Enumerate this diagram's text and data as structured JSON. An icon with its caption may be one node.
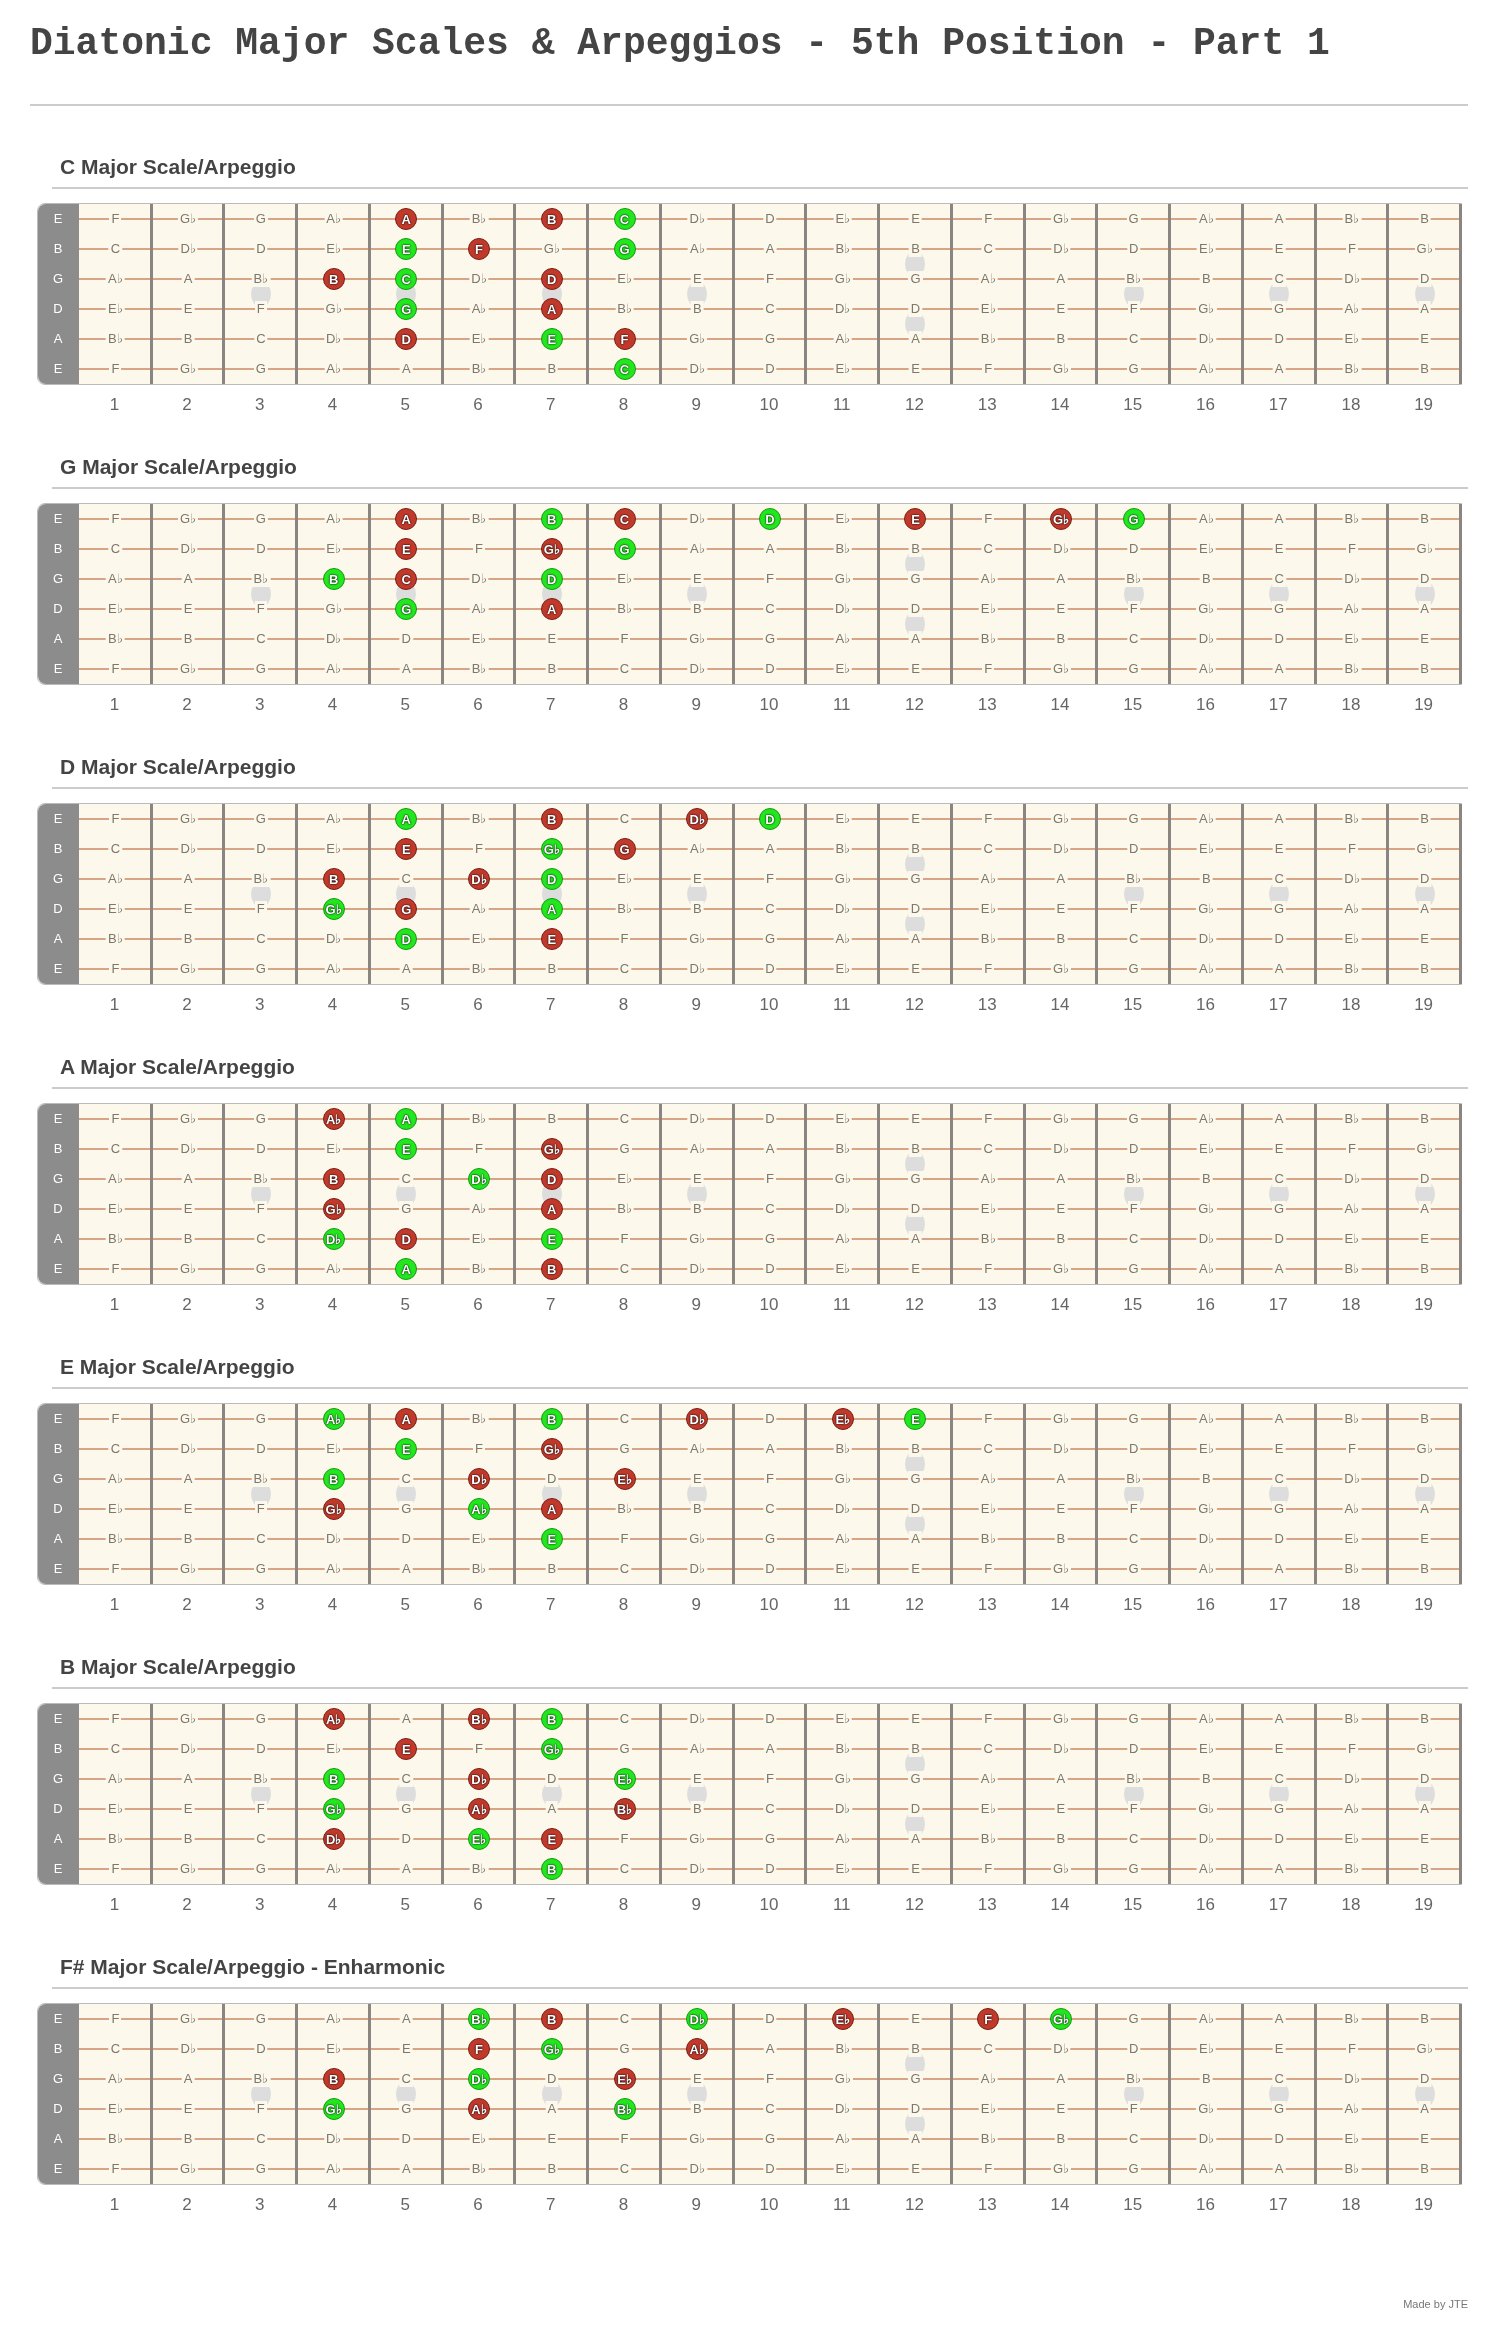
{
  "diagram": {
    "title": "Diatonic Major Scales & Arpeggios - 5th Position - Part 1",
    "nodes": [
      {
        "text": [
          "C Major Scale/Arpeggio"
        ]
      },
      {
        "text": [
          "A"
        ],
        "in": 0
      },
      {
        "text": [
          "B"
        ],
        "in": 0
      },
      {
        "text": [
          "C"
        ],
        "in": 0
      },
      {
        "text": [
          "E"
        ],
        "in": 0
      },
      {
        "text": [
          "F"
        ],
        "in": 0
      },
      {
        "text": [
          "G"
        ],
        "in": 0
      },
      {
        "text": [
          "B"
        ],
        "in": 0
      },
      {
        "text": [
          "C"
        ],
        "in": 0
      },
      {
        "text": [
          "D"
        ],
        "in": 0
      },
      {
        "text": [
          "G"
        ],
        "in": 0
      },
      {
        "text": [
          "A"
        ],
        "in": 0
      },
      {
        "text": [
          "D"
        ],
        "in": 0
      },
      {
        "text": [
          "E"
        ],
        "in": 0
      },
      {
        "text": [
          "F"
        ],
        "in": 0
      },
      {
        "text": [
          "C"
        ],
        "in": 0
      },
      {
        "text": [
          "G Major Scale/Arpeggio"
        ]
      },
      {
        "text": [
          "A"
        ],
        "in": 16
      },
      {
        "text": [
          "B"
        ],
        "in": 16
      },
      {
        "text": [
          "C"
        ],
        "in": 16
      },
      {
        "text": [
          "D"
        ],
        "in": 16
      },
      {
        "text": [
          "E"
        ],
        "in": 16
      },
      {
        "text": [
          "G♭"
        ],
        "in": 16
      },
      {
        "text": [
          "G"
        ],
        "in": 16
      },
      {
        "text": [
          "E"
        ],
        "in": 16
      },
      {
        "text": [
          "G♭"
        ],
        "in": 16
      },
      {
        "text": [
          "G"
        ],
        "in": 16
      },
      {
        "text": [
          "B"
        ],
        "in": 16
      },
      {
        "text": [
          "C"
        ],
        "in": 16
      },
      {
        "text": [
          "D"
        ],
        "in": 16
      },
      {
        "text": [
          "G"
        ],
        "in": 16
      },
      {
        "text": [
          "A"
        ],
        "in": 16
      },
      {
        "text": [
          "D Major Scale/Arpeggio"
        ]
      },
      {
        "text": [
          "A"
        ],
        "in": 32
      },
      {
        "text": [
          "B"
        ],
        "in": 32
      },
      {
        "text": [
          "D♭"
        ],
        "in": 32
      },
      {
        "text": [
          "D"
        ],
        "in": 32
      },
      {
        "text": [
          "E"
        ],
        "in": 32
      },
      {
        "text": [
          "G♭"
        ],
        "in": 32
      },
      {
        "text": [
          "G"
        ],
        "in": 32
      },
      {
        "text": [
          "B"
        ],
        "in": 32
      },
      {
        "text": [
          "D♭"
        ],
        "in": 32
      },
      {
        "text": [
          "D"
        ],
        "in": 32
      },
      {
        "text": [
          "G♭"
        ],
        "in": 32
      },
      {
        "text": [
          "G"
        ],
        "in": 32
      },
      {
        "text": [
          "A"
        ],
        "in": 32
      },
      {
        "text": [
          "D"
        ],
        "in": 32
      },
      {
        "text": [
          "E"
        ],
        "in": 32
      },
      {
        "text": [
          "A Major Scale/Arpeggio"
        ]
      },
      {
        "text": [
          "A♭"
        ],
        "in": 48
      },
      {
        "text": [
          "A"
        ],
        "in": 48
      },
      {
        "text": [
          "E"
        ],
        "in": 48
      },
      {
        "text": [
          "G♭"
        ],
        "in": 48
      },
      {
        "text": [
          "B"
        ],
        "in": 48
      },
      {
        "text": [
          "D♭"
        ],
        "in": 48
      },
      {
        "text": [
          "D"
        ],
        "in": 48
      },
      {
        "text": [
          "G♭"
        ],
        "in": 48
      },
      {
        "text": [
          "A"
        ],
        "in": 48
      },
      {
        "text": [
          "D♭"
        ],
        "in": 48
      },
      {
        "text": [
          "D"
        ],
        "in": 48
      },
      {
        "text": [
          "E"
        ],
        "in": 48
      },
      {
        "text": [
          "A"
        ],
        "in": 48
      },
      {
        "text": [
          "B"
        ],
        "in": 48
      },
      {
        "text": [
          "E Major Scale/Arpeggio"
        ]
      },
      {
        "text": [
          "A♭"
        ],
        "in": 63
      },
      {
        "text": [
          "A"
        ],
        "in": 63
      },
      {
        "text": [
          "B"
        ],
        "in": 63
      },
      {
        "text": [
          "D♭"
        ],
        "in": 63
      },
      {
        "text": [
          "E♭"
        ],
        "in": 63
      },
      {
        "text": [
          "E"
        ],
        "in": 63
      },
      {
        "text": [
          "E"
        ],
        "in": 63
      },
      {
        "text": [
          "G♭"
        ],
        "in": 63
      },
      {
        "text": [
          "B"
        ],
        "in": 63
      },
      {
        "text": [
          "D♭"
        ],
        "in": 63
      },
      {
        "text": [
          "E♭"
        ],
        "in": 63
      },
      {
        "text": [
          "G♭"
        ],
        "in": 63
      },
      {
        "text": [
          "A♭"
        ],
        "in": 63
      },
      {
        "text": [
          "A"
        ],
        "in": 63
      },
      {
        "text": [
          "E"
        ],
        "in": 63
      },
      {
        "text": [
          "B Major Scale/Arpeggio"
        ]
      },
      {
        "text": [
          "A♭"
        ],
        "in": 79
      },
      {
        "text": [
          "B♭"
        ],
        "in": 79
      },
      {
        "text": [
          "B"
        ],
        "in": 79
      },
      {
        "text": [
          "E"
        ],
        "in": 79
      },
      {
        "text": [
          "G♭"
        ],
        "in": 79
      },
      {
        "text": [
          "B"
        ],
        "in": 79
      },
      {
        "text": [
          "D♭"
        ],
        "in": 79
      },
      {
        "text": [
          "E♭"
        ],
        "in": 79
      },
      {
        "text": [
          "G♭"
        ],
        "in": 79
      },
      {
        "text": [
          "A♭"
        ],
        "in": 79
      },
      {
        "text": [
          "B♭"
        ],
        "in": 79
      },
      {
        "text": [
          "D♭"
        ],
        "in": 79
      },
      {
        "text": [
          "E♭"
        ],
        "in": 79
      },
      {
        "text": [
          "E"
        ],
        "in": 79
      },
      {
        "text": [
          "B"
        ],
        "in": 79
      },
      {
        "text": [
          "F# Major Scale/Arpeggio - Enharmonic"
        ]
      },
      {
        "text": [
          "B♭"
        ],
        "in": 95
      },
      {
        "text": [
          "B"
        ],
        "in": 95
      },
      {
        "text": [
          "D♭"
        ],
        "in": 95
      },
      {
        "text": [
          "E♭"
        ],
        "in": 95
      },
      {
        "text": [
          "F"
        ],
        "in": 95
      },
      {
        "text": [
          "G♭"
        ],
        "in": 95
      },
      {
        "text": [
          "F"
        ],
        "in": 95
      },
      {
        "text": [
          "G♭"
        ],
        "in": 95
      },
      {
        "text": [
          "A♭"
        ],
        "in": 95
      },
      {
        "text": [
          "B"
        ],
        "in": 95
      },
      {
        "text": [
          "D♭"
        ],
        "in": 95
      },
      {
        "text": [
          "E♭"
        ],
        "in": 95
      },
      {
        "text": [
          "G♭"
        ],
        "in": 95
      },
      {
        "text": [
          "A♭"
        ],
        "in": 95
      },
      {
        "text": [
          "B♭"
        ],
        "in": 95
      }
    ],
    "labels": [
      "E",
      "B",
      "G",
      "D",
      "A",
      "E",
      "F",
      "G♭",
      "G",
      "A♭",
      "B♭",
      "D♭",
      "D",
      "E♭",
      "E",
      "F",
      "G♭",
      "G",
      "A♭",
      "A",
      "B♭",
      "B",
      "C",
      "D♭",
      "D",
      "E♭",
      "G♭",
      "A♭",
      "A",
      "B♭",
      "B",
      "C",
      "D♭",
      "D",
      "E♭",
      "E",
      "F",
      "G♭",
      "A♭",
      "A",
      "B♭",
      "D♭",
      "E♭",
      "E",
      "F",
      "G♭",
      "G",
      "A♭",
      "A",
      "B♭",
      "B",
      "C",
      "D♭",
      "D",
      "E♭",
      "E",
      "F",
      "G♭",
      "A♭",
      "B♭",
      "B",
      "C",
      "D♭",
      "D",
      "E♭",
      "E",
      "F",
      "G♭",
      "G",
      "A♭",
      "A",
      "B♭",
      "B",
      "C",
      "D♭",
      "E♭",
      "G♭",
      "G",
      "A♭",
      "A",
      "B♭",
      "B",
      "C",
      "D♭",
      "D",
      "E♭",
      "E",
      "F",
      "G♭",
      "G",
      "A♭",
      "A",
      "B♭",
      "B",
      "D♭",
      "D",
      "E♭",
      "E",
      "F",
      "G♭",
      "G",
      "A♭",
      "A",
      "B♭",
      "B",
      "1",
      "2",
      "3",
      "4",
      "5",
      "6",
      "7",
      "8",
      "9",
      "10",
      "11",
      "12",
      "13",
      "14",
      "15",
      "16",
      "17",
      "18",
      "19",
      "E",
      "B",
      "G",
      "D",
      "A",
      "E",
      "F",
      "G♭",
      "G",
      "A♭",
      "B♭",
      "D♭",
      "E♭",
      "F",
      "A♭",
      "A",
      "B♭",
      "B",
      "C",
      "D♭",
      "D",
      "E♭",
      "F",
      "A♭",
      "A",
      "B♭",
      "B",
      "C",
      "D♭",
      "D",
      "E♭",
      "E",
      "F",
      "G♭",
      "A♭",
      "A",
      "B♭",
      "D♭",
      "E♭",
      "E",
      "F",
      "G♭",
      "G",
      "A♭",
      "A",
      "B♭",
      "B",
      "C",
      "D♭",
      "D",
      "E♭",
      "E",
      "F",
      "G♭",
      "A♭",
      "B♭",
      "B",
      "C",
      "D♭",
      "D",
      "E♭",
      "E",
      "F",
      "G♭",
      "G",
      "A♭",
      "A",
      "B♭",
      "B",
      "C",
      "D♭",
      "D",
      "E♭",
      "E",
      "F",
      "G♭",
      "G",
      "A♭",
      "A",
      "B♭",
      "B",
      "C",
      "D♭",
      "D",
      "E♭",
      "E",
      "F",
      "G♭",
      "G",
      "A♭",
      "A",
      "B♭",
      "B",
      "C",
      "D♭",
      "D",
      "E♭",
      "E",
      "F",
      "G♭",
      "G",
      "A♭",
      "A",
      "B♭",
      "B",
      "1",
      "2",
      "3",
      "4",
      "5",
      "6",
      "7",
      "8",
      "9",
      "10",
      "11",
      "12",
      "13",
      "14",
      "15",
      "16",
      "17",
      "18",
      "19",
      "E",
      "B",
      "G",
      "D",
      "A",
      "E",
      "F",
      "G♭",
      "G",
      "A♭",
      "B♭",
      "C",
      "E♭",
      "E",
      "F",
      "G♭",
      "G",
      "A♭",
      "A",
      "B♭",
      "B",
      "C",
      "D♭",
      "D",
      "E♭",
      "F",
      "A♭",
      "A",
      "B♭",
      "B",
      "C",
      "D♭",
      "D",
      "E♭",
      "E",
      "F",
      "G♭",
      "A♭",
      "A",
      "B♭",
      "C",
      "E♭",
      "E",
      "F",
      "G♭",
      "G",
      "A♭",
      "A",
      "B♭",
      "B",
      "C",
      "D♭",
      "D",
      "E♭",
      "E",
      "F",
      "A♭",
      "B♭",
      "B",
      "C",
      "D♭",
      "D",
      "E♭",
      "E",
      "F",
      "G♭",
      "G",
      "A♭",
      "A",
      "B♭",
      "B",
      "C",
      "D♭",
      "E♭",
      "F",
      "G♭",
      "G",
      "A♭",
      "A",
      "B♭",
      "B",
      "C",
      "D♭",
      "D",
      "E♭",
      "E",
      "F",
      "G♭",
      "G",
      "A♭",
      "A",
      "B♭",
      "B",
      "C",
      "D♭",
      "D",
      "E♭",
      "E",
      "F",
      "G♭",
      "G",
      "A♭",
      "A",
      "B♭",
      "B",
      "1",
      "2",
      "3",
      "4",
      "5",
      "6",
      "7",
      "8",
      "9",
      "10",
      "11",
      "12",
      "13",
      "14",
      "15",
      "16",
      "17",
      "18",
      "19",
      "E",
      "B",
      "G",
      "D",
      "A",
      "E",
      "F",
      "G♭",
      "G",
      "B♭",
      "B",
      "C",
      "D♭",
      "D",
      "E♭",
      "E",
      "F",
      "G♭",
      "G",
      "A♭",
      "A",
      "B♭",
      "B",
      "C",
      "D♭",
      "D",
      "E♭",
      "F",
      "G",
      "A♭",
      "A",
      "B♭",
      "B",
      "C",
      "D♭",
      "D",
      "E♭",
      "E",
      "F",
      "G♭",
      "A♭",
      "A",
      "B♭",
      "C",
      "E♭",
      "E",
      "F",
      "G♭",
      "G",
      "A♭",
      "A",
      "B♭",
      "B",
      "C",
      "D♭",
      "D",
      "E♭",
      "E",
      "F",
      "G",
      "A♭",
      "B♭",
      "B",
      "C",
      "D♭",
      "D",
      "E♭",
      "E",
      "F",
      "G♭",
      "G",
      "A♭",
      "A",
      "B♭",
      "B",
      "C",
      "E♭",
      "F",
      "G♭",
      "G",
      "A♭",
      "A",
      "B♭",
      "B",
      "C",
      "D♭",
      "D",
      "E♭",
      "E",
      "F",
      "G♭",
      "G",
      "A♭",
      "B♭",
      "C",
      "D♭",
      "D",
      "E♭",
      "E",
      "F",
      "G♭",
      "G",
      "A♭",
      "A",
      "B♭",
      "B",
      "1",
      "2",
      "3",
      "4",
      "5",
      "6",
      "7",
      "8",
      "9",
      "10",
      "11",
      "12",
      "13",
      "14",
      "15",
      "16",
      "17",
      "18",
      "19",
      "E",
      "B",
      "G",
      "D",
      "A",
      "E",
      "F",
      "G♭",
      "G",
      "B♭",
      "C",
      "D",
      "F",
      "G♭",
      "G",
      "A♭",
      "A",
      "B♭",
      "B",
      "C",
      "D♭",
      "D",
      "E♭",
      "F",
      "G",
      "A♭",
      "A",
      "B♭",
      "B",
      "C",
      "D♭",
      "D",
      "E♭",
      "E",
      "F",
      "G♭",
      "A♭",
      "A",
      "B♭",
      "C",
      "D",
      "E",
      "F",
      "G♭",
      "G",
      "A♭",
      "A",
      "B♭",
      "B",
      "C",
      "D♭",
      "D",
      "E♭",
      "E",
      "F",
      "G",
      "B♭",
      "B",
      "C",
      "D♭",
      "D",
      "E♭",
      "E",
      "F",
      "G♭",
      "G",
      "A♭",
      "A",
      "B♭",
      "B",
      "C",
      "D♭",
      "D",
      "E♭",
      "F",
      "G♭",
      "G",
      "A♭",
      "A",
      "B♭",
      "B",
      "C",
      "D♭",
      "D",
      "E♭",
      "E",
      "F",
      "G♭",
      "G",
      "A♭",
      "A",
      "B♭",
      "B",
      "C",
      "D♭",
      "D",
      "E♭",
      "E",
      "F",
      "G♭",
      "G",
      "A♭",
      "A",
      "B♭",
      "B",
      "1",
      "2",
      "3",
      "4",
      "5",
      "6",
      "7",
      "8",
      "9",
      "10",
      "11",
      "12",
      "13",
      "14",
      "15",
      "16",
      "17",
      "18",
      "19",
      "E",
      "B",
      "G",
      "D",
      "A",
      "E",
      "F",
      "G♭",
      "G",
      "A",
      "C",
      "D♭",
      "D",
      "E♭",
      "E",
      "F",
      "G♭",
      "G",
      "A♭",
      "A",
      "B♭",
      "B",
      "C",
      "D♭",
      "D",
      "E♭",
      "F",
      "G",
      "A♭",
      "A",
      "B♭",
      "B",
      "C",
      "D♭",
      "D",
      "E♭",
      "E",
      "F",
      "G♭",
      "A♭",
      "A",
      "B♭",
      "C",
      "D",
      "E",
      "F",
      "G♭",
      "G",
      "A♭",
      "A",
      "B♭",
      "B",
      "C",
      "D♭",
      "D",
      "E♭",
      "E",
      "F",
      "G",
      "A",
      "B",
      "C",
      "D♭",
      "D",
      "E♭",
      "E",
      "F",
      "G♭",
      "G",
      "A♭",
      "A",
      "B♭",
      "B",
      "C",
      "D",
      "F",
      "G♭",
      "G",
      "A♭",
      "A",
      "B♭",
      "B",
      "C",
      "D♭",
      "D",
      "E♭",
      "E",
      "F",
      "G♭",
      "G",
      "A♭",
      "A",
      "B♭",
      "C",
      "D♭",
      "D",
      "E♭",
      "E",
      "F",
      "G♭",
      "G",
      "A♭",
      "A",
      "B♭",
      "B",
      "1",
      "2",
      "3",
      "4",
      "5",
      "6",
      "7",
      "8",
      "9",
      "10",
      "11",
      "12",
      "13",
      "14",
      "15",
      "16",
      "17",
      "18",
      "19",
      "E",
      "B",
      "G",
      "D",
      "A",
      "E",
      "F",
      "G♭",
      "G",
      "A♭",
      "A",
      "C",
      "D",
      "E",
      "G",
      "A♭",
      "A",
      "B♭",
      "B",
      "C",
      "D♭",
      "D",
      "E♭",
      "E",
      "G",
      "A",
      "B♭",
      "B",
      "C",
      "D♭",
      "D",
      "E♭",
      "E",
      "F",
      "G♭",
      "A♭",
      "A",
      "B♭",
      "C",
      "D",
      "E",
      "F",
      "G♭",
      "G",
      "A♭",
      "A",
      "B♭",
      "B",
      "C",
      "D♭",
      "D",
      "E♭",
      "E",
      "F",
      "G",
      "A",
      "B",
      "C",
      "D♭",
      "D",
      "E♭",
      "E",
      "F",
      "G♭",
      "G",
      "A♭",
      "A",
      "B♭",
      "B",
      "C",
      "D♭",
      "D",
      "E♭",
      "E",
      "F",
      "G♭",
      "G",
      "A♭",
      "A",
      "B♭",
      "B",
      "C",
      "D♭",
      "D",
      "E♭",
      "E",
      "F",
      "G♭",
      "G",
      "A♭",
      "A",
      "B♭",
      "B",
      "C",
      "D♭",
      "D",
      "E♭",
      "E",
      "F",
      "G♭",
      "G",
      "A♭",
      "A",
      "B♭",
      "B",
      "1",
      "2",
      "3",
      "4",
      "5",
      "6",
      "7",
      "8",
      "9",
      "10",
      "11",
      "12",
      "13",
      "14",
      "15",
      "16",
      "17",
      "18",
      "19",
      "Made by JTE"
    ]
  }
}
